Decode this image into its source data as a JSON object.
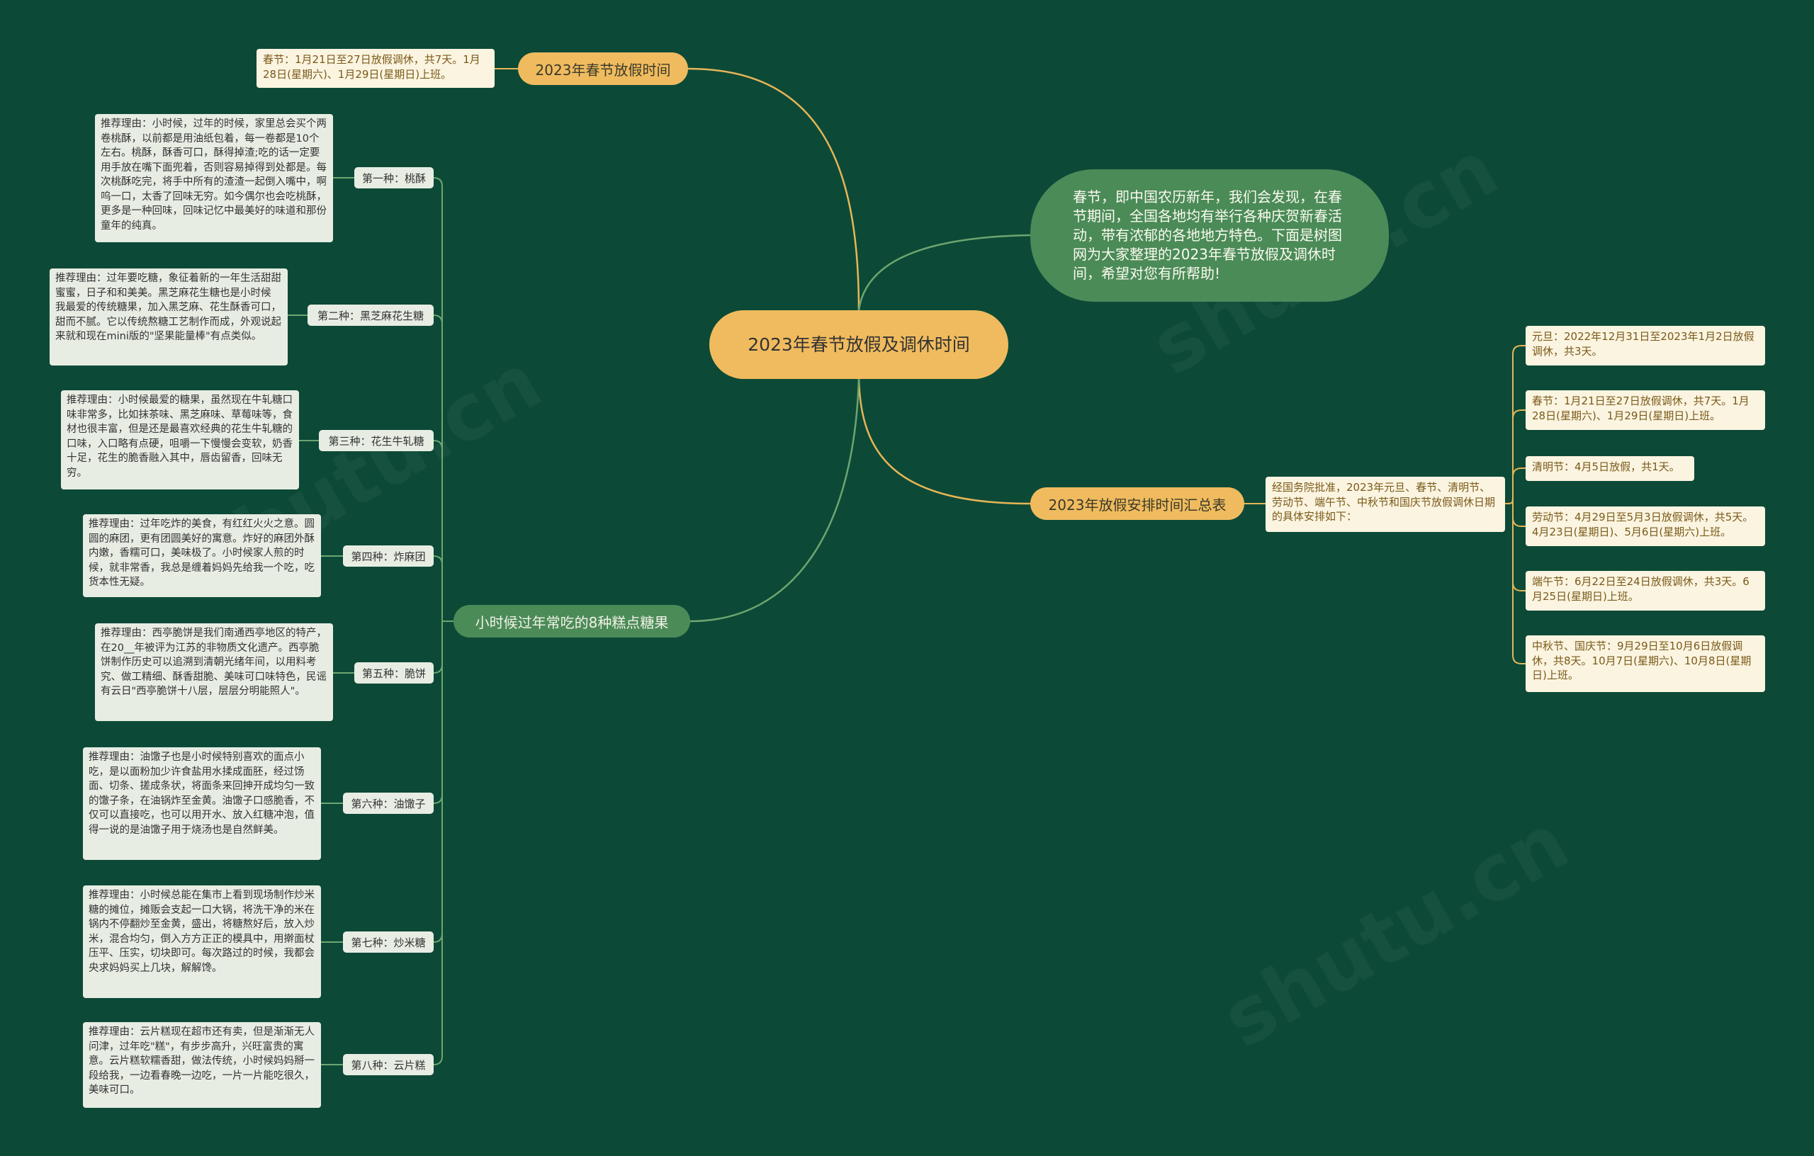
{
  "center": "2023年春节放假及调休时间",
  "intro": "春节，即中国农历新年，我们会发现，在春节期间，全国各地均有举行各种庆贺新春活动，带有浓郁的各地地方特色。下面是树图网为大家整理的2023年春节放假及调休时间，希望对您有所帮助!",
  "branch_spring": {
    "label": "2023年春节放假时间",
    "note": "春节：1月21日至27日放假调休，共7天。1月28日(星期六)、1月29日(星期日)上班。"
  },
  "branch_summary": {
    "label": "2023年放假安排时间汇总表",
    "intro": "经国务院批准，2023年元旦、春节、清明节、劳动节、端午节、中秋节和国庆节放假调休日期的具体安排如下：",
    "items": [
      "元旦：2022年12月31日至2023年1月2日放假调休，共3天。",
      "春节：1月21日至27日放假调休，共7天。1月28日(星期六)、1月29日(星期日)上班。",
      "清明节：4月5日放假，共1天。",
      "劳动节：4月29日至5月3日放假调休，共5天。4月23日(星期日)、5月6日(星期六)上班。",
      "端午节：6月22日至24日放假调休，共3天。6月25日(星期日)上班。",
      "中秋节、国庆节：9月29日至10月6日放假调休，共8天。10月7日(星期六)、10月8日(星期日)上班。"
    ]
  },
  "branch_snacks": {
    "label": "小时候过年常吃的8种糕点糖果",
    "items": [
      {
        "name": "第一种：桃酥",
        "desc": "推荐理由：小时候，过年的时候，家里总会买个两卷桃酥，以前都是用油纸包着，每一卷都是10个左右。桃酥，酥香可口，酥得掉渣;吃的话一定要用手放在嘴下面兜着，否则容易掉得到处都是。每次桃酥吃完，将手中所有的渣渣一起倒入嘴中，啊呜一口，太香了回味无穷。如今偶尔也会吃桃酥，更多是一种回味，回味记忆中最美好的味道和那份童年的纯真。"
      },
      {
        "name": "第二种：黑芝麻花生糖",
        "desc": "推荐理由：过年要吃糖，象征着新的一年生活甜甜蜜蜜，日子和和美美。黑芝麻花生糖也是小时候 我最爱的传统糖果，加入黑芝麻、花生酥香可口，甜而不腻。它以传统熬糖工艺制作而成，外观说起来就和现在mini版的\"坚果能量棒\"有点类似。"
      },
      {
        "name": "第三种：花生牛轧糖",
        "desc": "推荐理由：小时候最爱的糖果，虽然现在牛轧糖口味非常多，比如抹茶味、黑芝麻味、草莓味等，食材也很丰富，但是还是最喜欢经典的花生牛轧糖的口味，入口略有点硬，咀嚼一下慢慢会变软，奶香十足，花生的脆香融入其中，唇齿留香，回味无穷。"
      },
      {
        "name": "第四种：炸麻团",
        "desc": "推荐理由：过年吃炸的美食，有红红火火之意。圆圆的麻团，更有团圆美好的寓意。炸好的麻团外酥内嫩，香糯可口，美味极了。小时候家人煎的时候，就非常香，我总是缠着妈妈先给我一个吃，吃货本性无疑。"
      },
      {
        "name": "第五种：脆饼",
        "desc": "推荐理由：西亭脆饼是我们南通西亭地区的特产，在20__年被评为江苏的非物质文化遗产。西亭脆饼制作历史可以追溯到清朝光绪年间，以用料考究、做工精细、酥香甜脆、美味可口味特色，民谣有云日\"西亭脆饼十八层，层层分明能照人\"。"
      },
      {
        "name": "第六种：油馓子",
        "desc": "推荐理由：油馓子也是小时候特别喜欢的面点小吃，是以面粉加少许食盐用水揉成面胚，经过饧面、切条、搓成条状，将面条来回抻开成均匀一致的馓子条，在油锅炸至金黄。油馓子口感脆香，不仅可以直接吃，也可以用开水、放入红糖冲泡，值得一说的是油馓子用于烧汤也是自然鲜美。"
      },
      {
        "name": "第七种：炒米糖",
        "desc": "推荐理由：小时候总能在集市上看到现场制作炒米糖的摊位，摊贩会支起一口大锅，将洗干净的米在锅内不停翻炒至金黄，盛出，将糖熬好后，放入炒米，混合均匀，倒入方方正正的模具中，用擀面杖压平、压实，切块即可。每次路过的时候，我都会央求妈妈买上几块，解解馋。"
      },
      {
        "name": "第八种：云片糕",
        "desc": "推荐理由：云片糕现在超市还有卖，但是渐渐无人问津，过年吃\"糕\"，有步步高升，兴旺富贵的寓意。云片糕软糯香甜，做法传统，小时候妈妈掰一段给我，一边看春晚一边吃，一片一片能吃很久，美味可口。"
      }
    ]
  },
  "colors": {
    "background": "#0c4a37",
    "orange": "#f0bb5e",
    "green": "#4b8b58",
    "link_orange": "#e8b557",
    "link_green": "#6ea56f"
  }
}
